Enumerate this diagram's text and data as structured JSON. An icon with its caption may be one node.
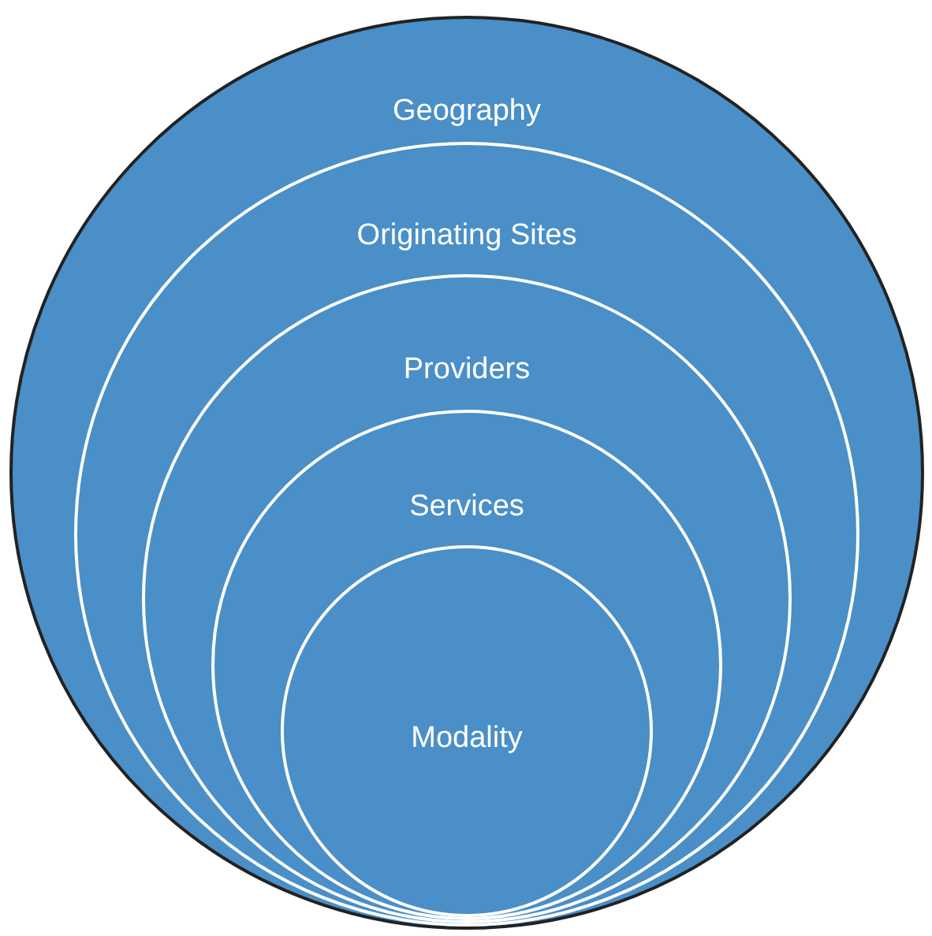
{
  "diagram": {
    "nodes": [
      {
        "text": [
          "Geography"
        ]
      },
      {
        "text": [
          "Originating Sites"
        ],
        "in": 0
      },
      {
        "text": [
          "Providers"
        ],
        "in": 1
      },
      {
        "text": [
          "Services"
        ],
        "in": 2
      },
      {
        "text": [
          "Modality"
        ],
        "in": 3
      }
    ]
  }
}
